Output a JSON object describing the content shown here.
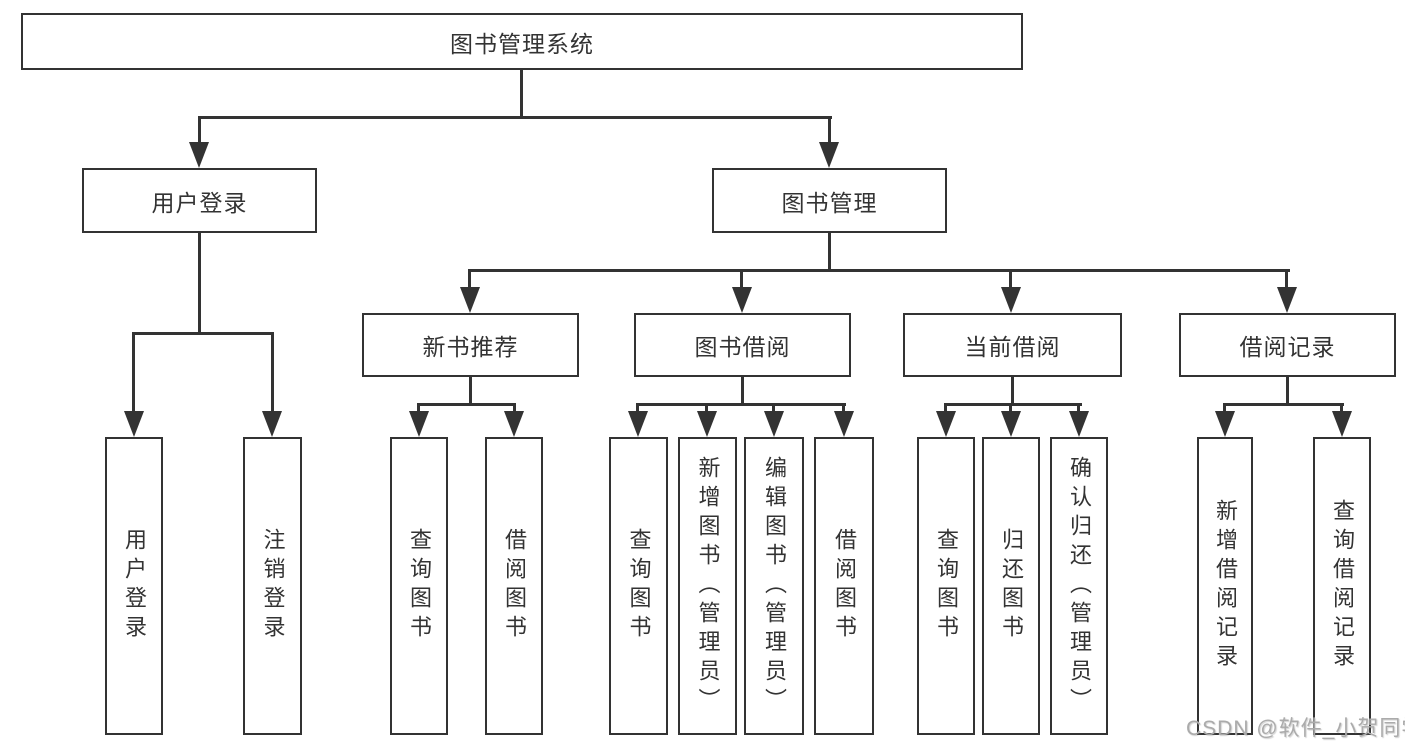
{
  "nodes": {
    "root": "图书管理系统",
    "user_login": "用户登录",
    "book_mgmt": "图书管理",
    "new_book": "新书推荐",
    "book_borrow": "图书借阅",
    "current_borrow": "当前借阅",
    "borrow_record": "借阅记录",
    "leaves": {
      "user_login_1": "用户登录",
      "user_login_2": "注销登录",
      "new_book_1": "查询图书",
      "new_book_2": "借阅图书",
      "book_borrow_1": "查询图书",
      "book_borrow_2": "新增图书（管理员）",
      "book_borrow_3": "编辑图书（管理员）",
      "book_borrow_4": "借阅图书",
      "current_borrow_1": "查询图书",
      "current_borrow_2": "归还图书",
      "current_borrow_3": "确认归还（管理员）",
      "borrow_record_1": "新增借阅记录",
      "borrow_record_2": "查询借阅记录"
    }
  },
  "watermark": "CSDN @软件_小贺同学",
  "colors": {
    "line": "#333333",
    "text": "#333333",
    "background": "#ffffff",
    "watermark": "#ababab"
  }
}
